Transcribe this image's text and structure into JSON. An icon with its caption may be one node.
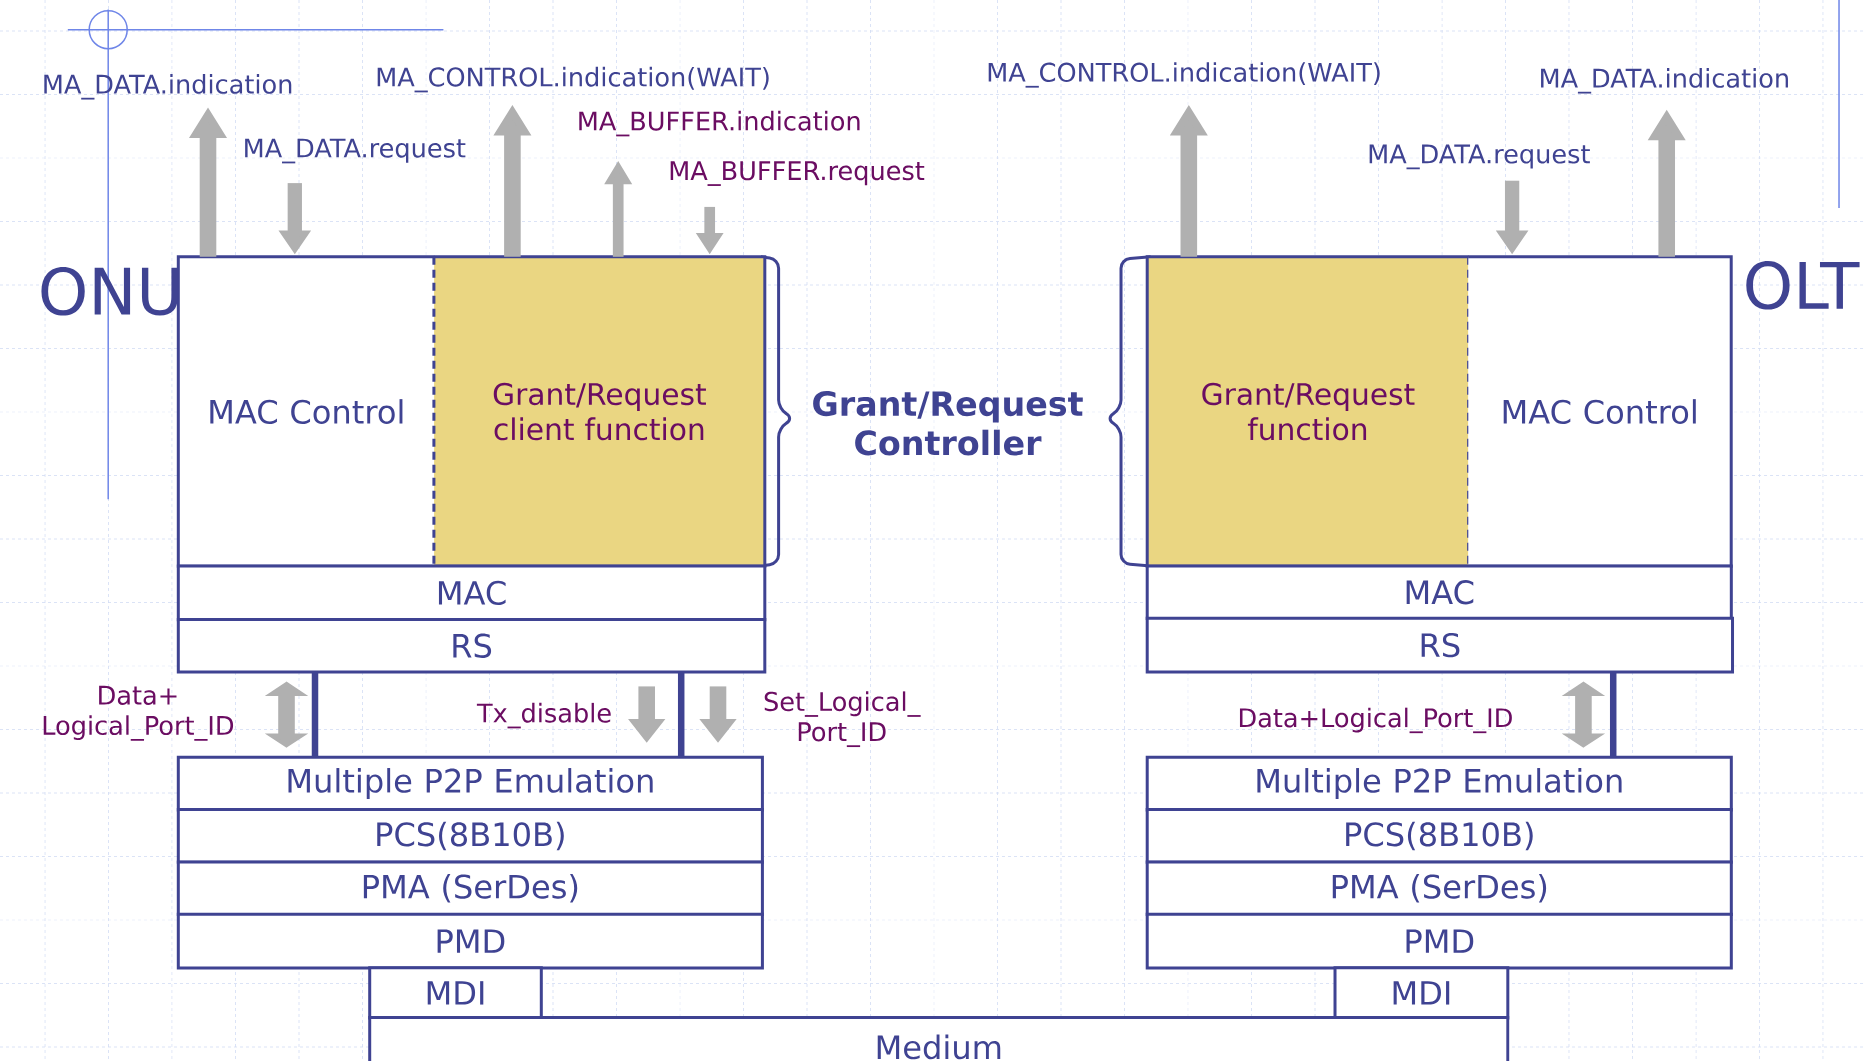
{
  "diagram": {
    "nodes": [
      {
        "text": [
          "MAC Control"
        ],
        "beside": [
          "ONU"
        ]
      },
      {
        "text": [
          "Grant/Request client function"
        ]
      },
      {
        "text": [
          "MAC"
        ]
      },
      {
        "text": [
          "RS"
        ]
      },
      {
        "text": [
          "Multiple P2P Emulation"
        ]
      },
      {
        "text": [
          "PCS(8B10B)"
        ]
      },
      {
        "text": [
          "PMA (SerDes)"
        ]
      },
      {
        "text": [
          "PMD"
        ]
      },
      {
        "text": [
          "MDI"
        ]
      },
      {
        "text": [
          "Grant/Request function"
        ]
      },
      {
        "text": [
          "MAC Control"
        ],
        "beside": [
          "OLT"
        ]
      },
      {
        "text": [
          "MAC"
        ]
      },
      {
        "text": [
          "RS"
        ]
      },
      {
        "text": [
          "Multiple P2P Emulation"
        ]
      },
      {
        "text": [
          "PCS(8B10B)"
        ]
      },
      {
        "text": [
          "PMA (SerDes)"
        ]
      },
      {
        "text": [
          "PMD"
        ]
      },
      {
        "text": [
          "MDI"
        ]
      },
      {
        "text": [
          "Medium"
        ]
      }
    ],
    "edges": [
      {
        "from": 0,
        "to": null,
        "arrow": "to",
        "label": "MA_DATA.indication"
      },
      {
        "from": null,
        "to": 0,
        "arrow": "to",
        "label": "MA_DATA.request"
      },
      {
        "from": 1,
        "to": null,
        "arrow": "to",
        "label": "MA_CONTROL.indication(WAIT)"
      },
      {
        "from": 1,
        "to": null,
        "arrow": "to",
        "label": "MA_BUFFER.indication"
      },
      {
        "from": null,
        "to": 1,
        "arrow": "to",
        "label": "MA_BUFFER.request"
      },
      {
        "from": 9,
        "to": null,
        "arrow": "to",
        "label": "MA_CONTROL.indication(WAIT)"
      },
      {
        "from": null,
        "to": 10,
        "arrow": "to",
        "label": "MA_DATA.request"
      },
      {
        "from": 10,
        "to": null,
        "arrow": "to",
        "label": "MA_DATA.indication"
      },
      {
        "from": 3,
        "to": 4,
        "arrow": "none",
        "color": "#3f4392"
      },
      {
        "from": 3,
        "to": 4,
        "arrow": "none",
        "color": "#3f4392"
      },
      {
        "from": 3,
        "to": 4,
        "arrow": "both",
        "label": "Data+ Logical_Port_ID"
      },
      {
        "from": 3,
        "to": 4,
        "arrow": "to",
        "label": "Tx_disable"
      },
      {
        "from": 3,
        "to": 4,
        "arrow": "to",
        "label": "Set_Logical_ Port_ID"
      },
      {
        "from": 12,
        "to": 13,
        "arrow": "both",
        "label": "Data+Logical_Port_ID"
      },
      {
        "from": 12,
        "to": 13,
        "arrow": "none",
        "color": "#3f4392"
      }
    ],
    "labels": [
      "Grant/Request Controller"
    ]
  }
}
